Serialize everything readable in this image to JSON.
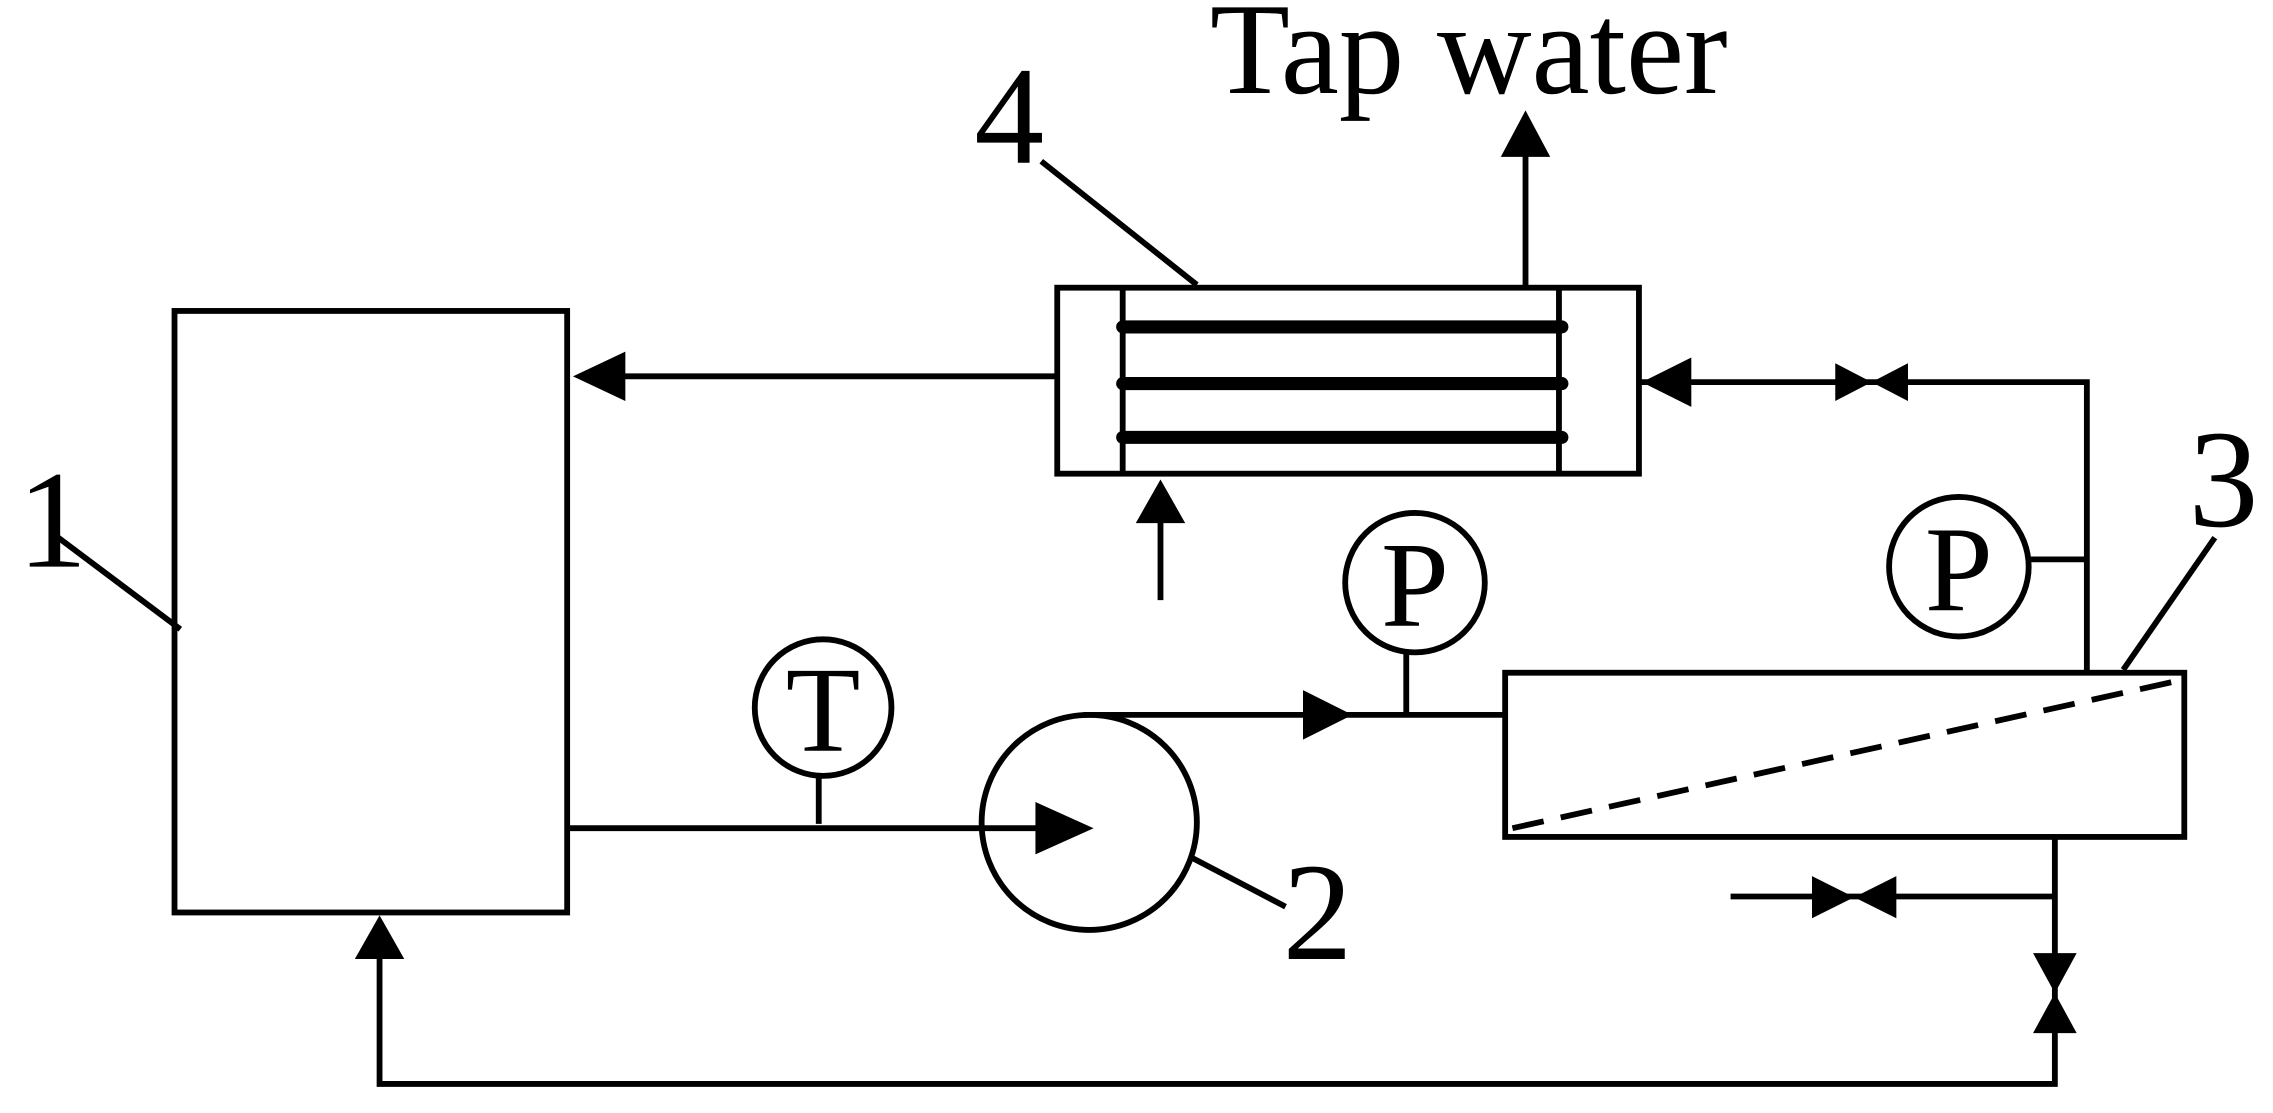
{
  "labels": {
    "tap_water": "Tap water",
    "component_1": "1",
    "component_2": "2",
    "component_3": "3",
    "component_4": "4"
  },
  "gauges": {
    "temperature": "T",
    "pressure_inlet": "P",
    "pressure_outlet": "P"
  },
  "colors": {
    "line": "#000000",
    "background": "#ffffff"
  }
}
